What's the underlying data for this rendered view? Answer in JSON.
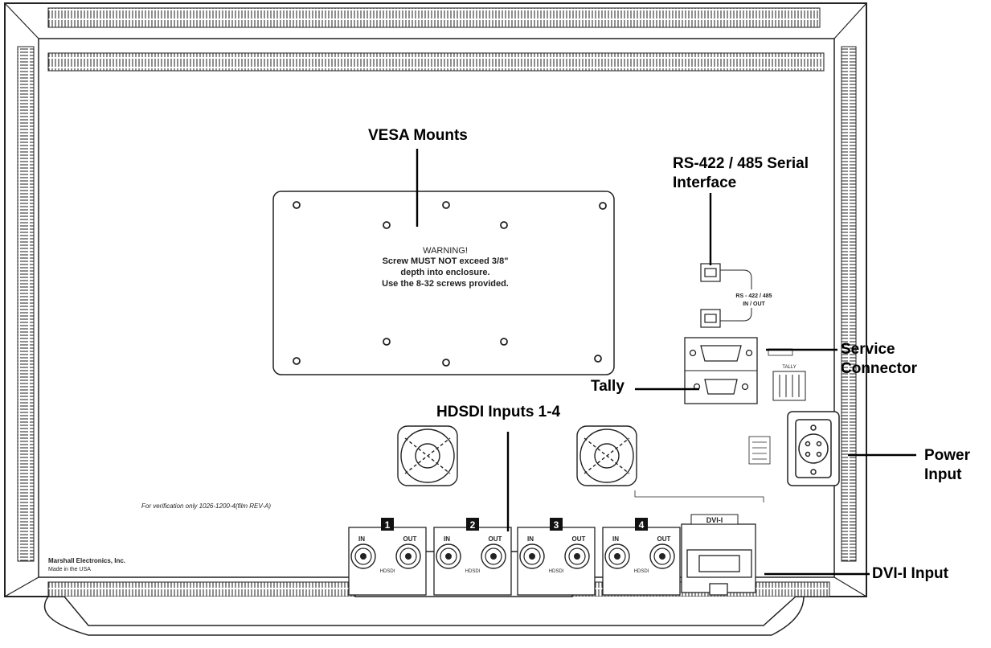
{
  "callouts": {
    "vesa": "VESA Mounts",
    "rs422_line1": "RS-422 / 485 Serial",
    "rs422_line2": "Interface",
    "service_line1": "Service",
    "service_line2": "Connector",
    "tally": "Tally",
    "hdsdi": "HDSDI Inputs 1-4",
    "power_line1": "Power",
    "power_line2": "Input",
    "dvi": "DVI-I Input"
  },
  "warning": {
    "title": "WARNING!",
    "line1": "Screw MUST NOT exceed 3/8\"",
    "line2": "depth into enclosure.",
    "line3": "Use the 8-32 screws provided."
  },
  "rear_labels": {
    "rs422_small_1": "RS - 422 / 485",
    "rs422_small_2": "IN / OUT",
    "verification": "For verification only 1026-1200-4(film REV-A)",
    "maker_line1": "Marshall Electronics, Inc.",
    "maker_line2": "Made in the USA",
    "in": "IN",
    "out": "OUT",
    "hdsdi_small": "HDSDI",
    "dvi_small": "DVI-I",
    "tally_small": "TALLY"
  },
  "inputs": [
    {
      "number": "1"
    },
    {
      "number": "2"
    },
    {
      "number": "3"
    },
    {
      "number": "4"
    }
  ]
}
